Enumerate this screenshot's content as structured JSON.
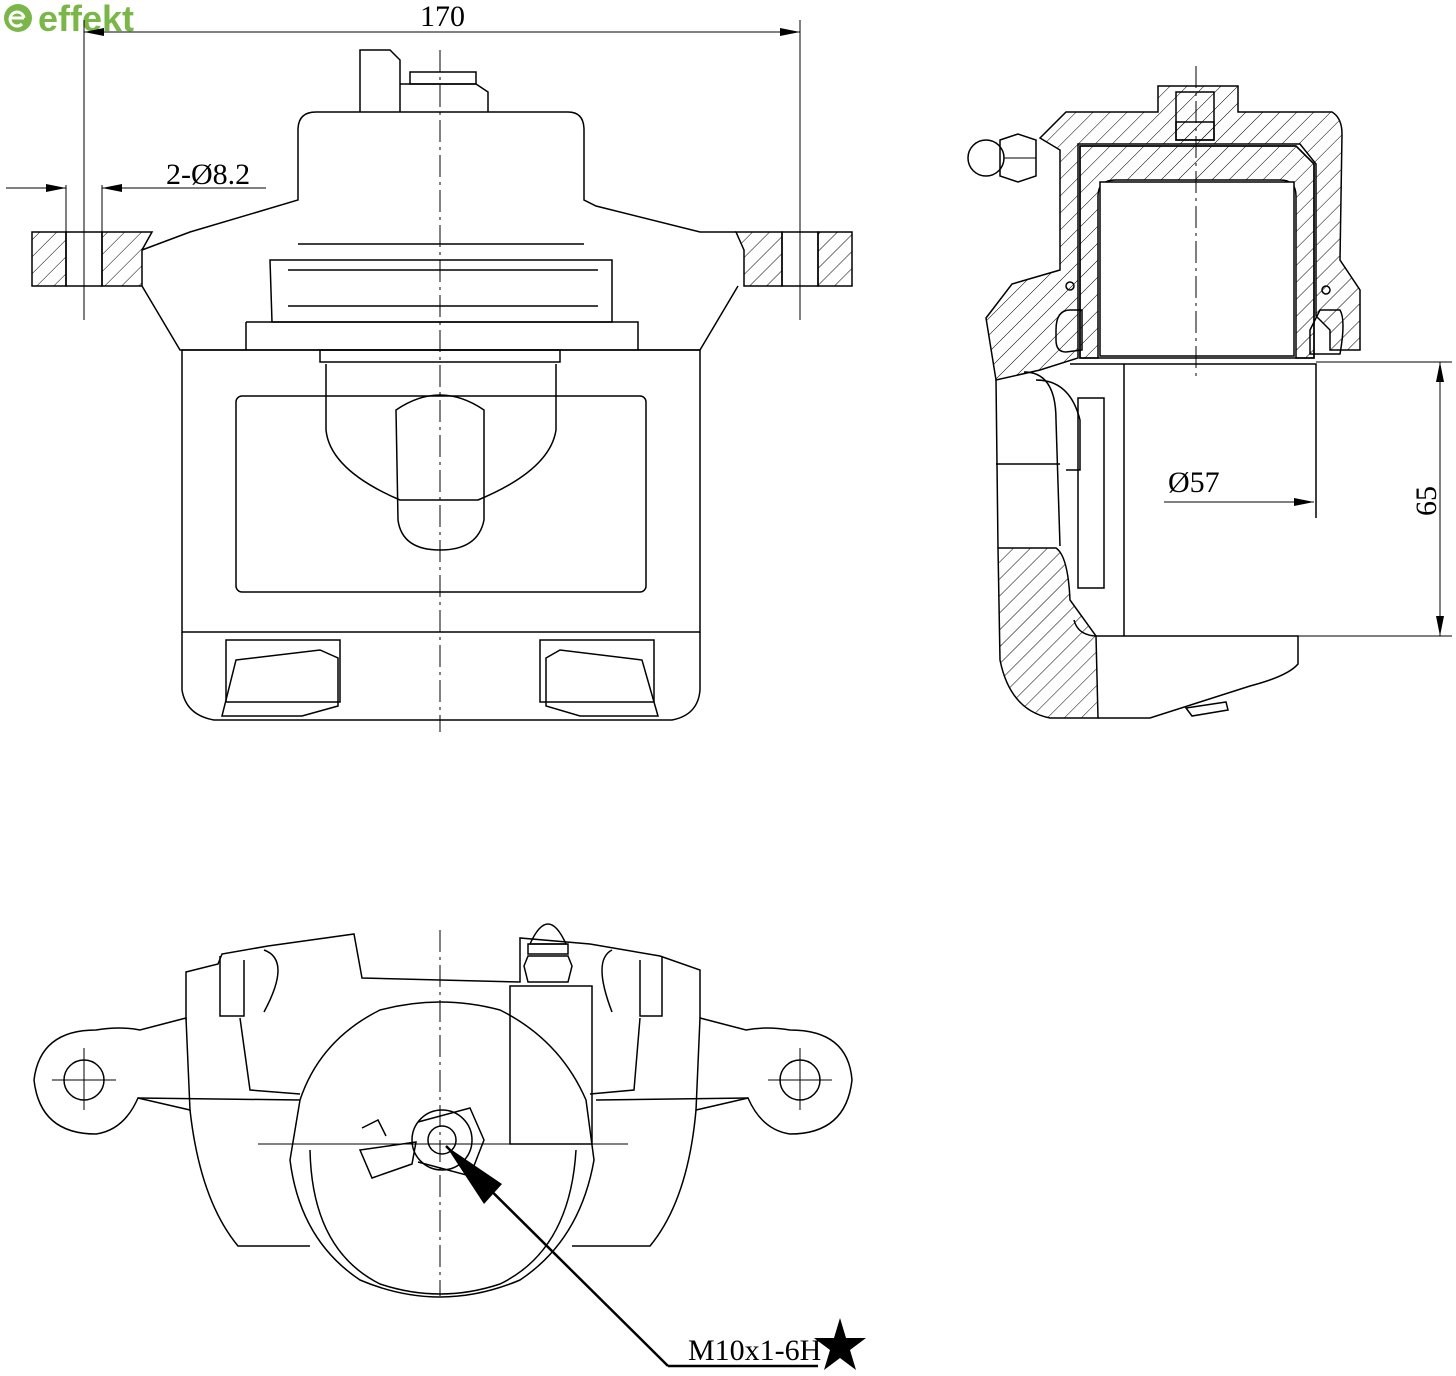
{
  "brand": {
    "name": "effekt",
    "color": "#7ab648"
  },
  "dimensions": {
    "overall_width": "170",
    "mount_holes": "2-Ø8.2",
    "piston_diameter": "Ø57",
    "height": "65",
    "bleed_thread": "M10x1-6H"
  },
  "symbols": {
    "marker": "star-icon"
  },
  "colors": {
    "line": "#000000",
    "background": "#ffffff"
  }
}
